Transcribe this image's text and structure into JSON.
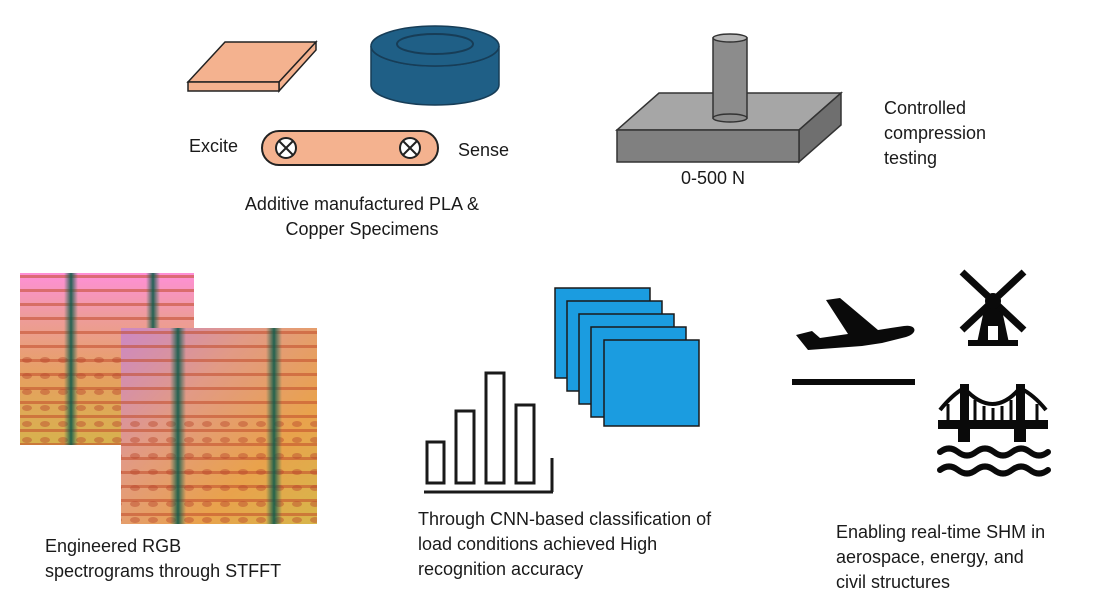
{
  "specimens": {
    "excite_label": "Excite",
    "sense_label": "Sense",
    "caption_line1": "Additive manufactured PLA &",
    "caption_line2": "Copper Specimens",
    "plate_color": "#f4b28f",
    "ring_color": "#1f5f86"
  },
  "compression": {
    "force_label": "0-500 N",
    "caption_line1": "Controlled",
    "caption_line2": "compression",
    "caption_line3": "testing",
    "rig_color": "#7f7f7f"
  },
  "spectrograms": {
    "caption_line1": "Engineered RGB",
    "caption_line2": "spectrograms through STFFT"
  },
  "cnn": {
    "caption_line1": "Through CNN-based classification of",
    "caption_line2": "load conditions achieved High",
    "caption_line3": "recognition accuracy",
    "layer_color": "#1b9ce0"
  },
  "applications": {
    "caption_line1": "Enabling real-time SHM in",
    "caption_line2": "aerospace, energy, and",
    "caption_line3": "civil structures",
    "icons": [
      "airplane-icon",
      "windmill-icon",
      "bridge-icon"
    ]
  }
}
